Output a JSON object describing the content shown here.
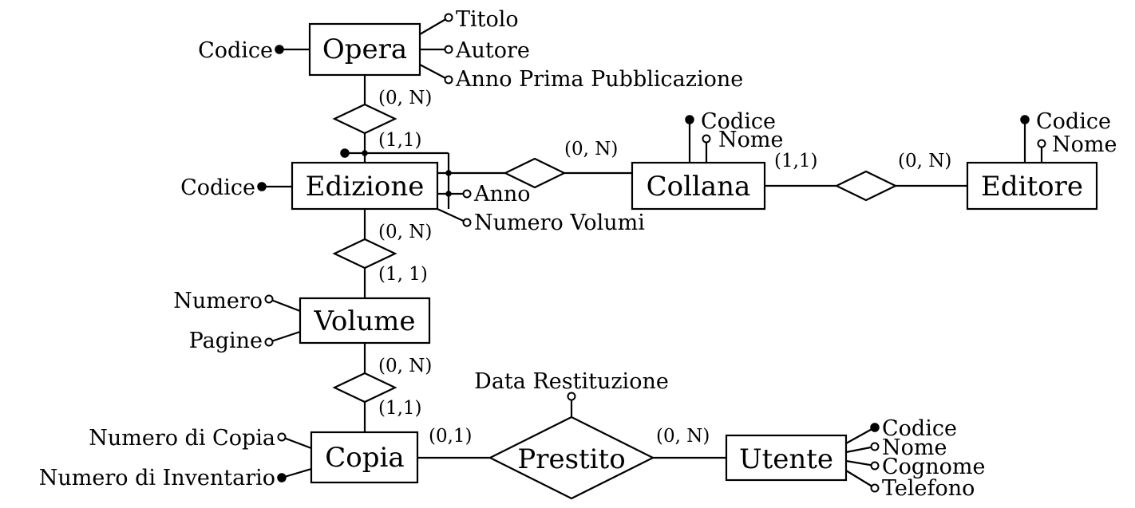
{
  "entities": {
    "opera": "Opera",
    "edizione": "Edizione",
    "volume": "Volume",
    "copia": "Copia",
    "collana": "Collana",
    "editore": "Editore",
    "utente": "Utente"
  },
  "relationships": {
    "prestito": "Prestito"
  },
  "attributes": {
    "opera_codice": "Codice",
    "opera_titolo": "Titolo",
    "opera_autore": "Autore",
    "opera_anno_prima": "Anno Prima Pubblicazione",
    "edizione_codice": "Codice",
    "edizione_anno": "Anno",
    "edizione_numero_volumi": "Numero Volumi",
    "collana_codice": "Codice",
    "collana_nome": "Nome",
    "editore_codice": "Codice",
    "editore_nome": "Nome",
    "volume_numero": "Numero",
    "volume_pagine": "Pagine",
    "copia_numero": "Numero di Copia",
    "copia_inventario": "Numero di Inventario",
    "prestito_data": "Data Restituzione",
    "utente_codice": "Codice",
    "utente_nome": "Nome",
    "utente_cognome": "Cognome",
    "utente_telefono": "Telefono"
  },
  "cardinalities": {
    "opera_edizione_opera": "(0, N)",
    "opera_edizione_edizione": "(1,1)",
    "edizione_collana_edizione": "(0, N)",
    "collana_editore_collana": "(1,1)",
    "collana_editore_editore": "(0, N)",
    "edizione_volume_edizione": "(0, N)",
    "edizione_volume_volume": "(1, 1)",
    "volume_copia_volume": "(0, N)",
    "volume_copia_copia": "(1,1)",
    "prestito_copia": "(0,1)",
    "prestito_utente": "(0, N)"
  }
}
